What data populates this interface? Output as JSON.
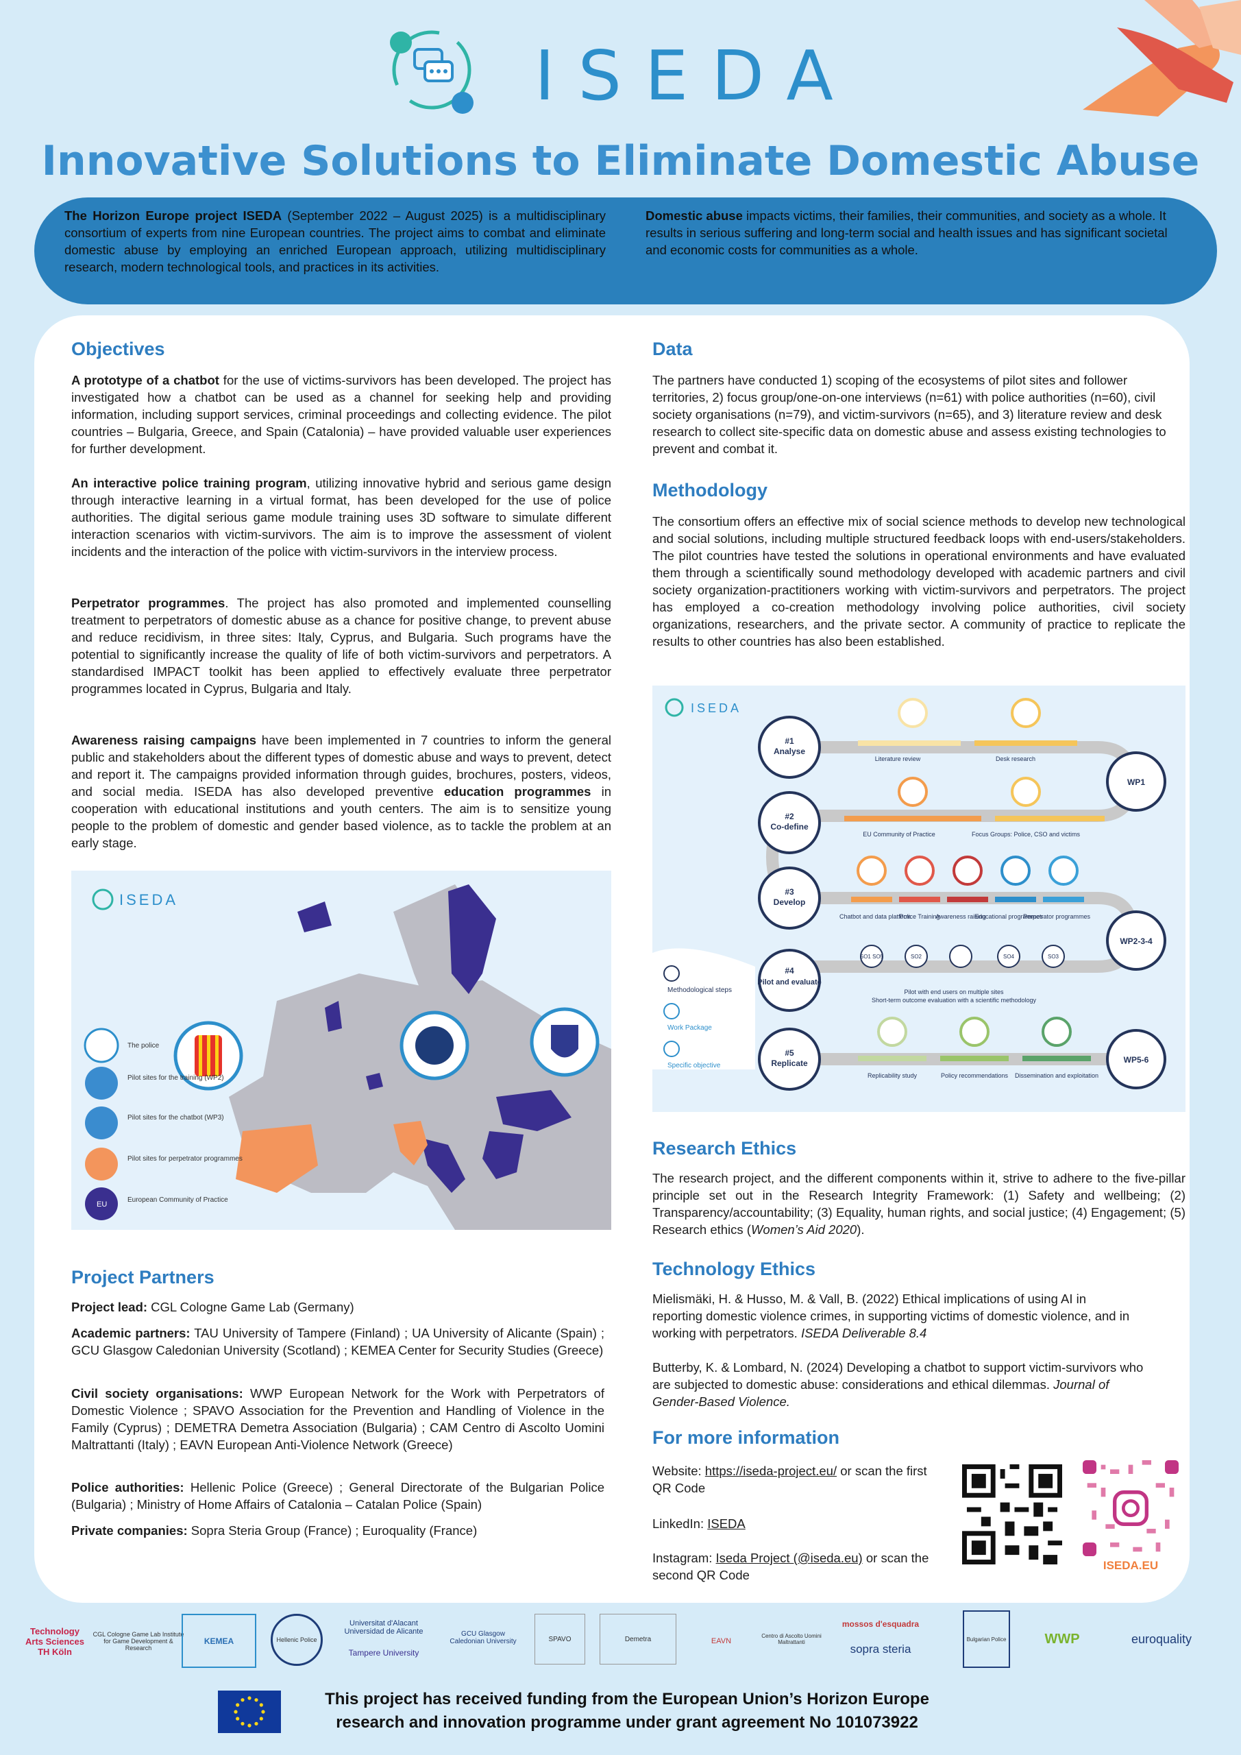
{
  "header": {
    "logo_text": "ISEDA",
    "title": "Innovative Solutions to Eliminate Domestic Abuse"
  },
  "intro": {
    "left_bold": "The Horizon Europe project ISEDA",
    "left_text": " (September 2022 – August 2025) is a multidisciplinary consortium of experts from nine European countries. The project aims to combat and eliminate domestic abuse by employing an enriched European approach, utilizing multidisciplinary research, modern technological tools, and practices in its activities.",
    "right_bold": "Domestic abuse",
    "right_text": " impacts victims, their families, their communities, and society as a whole. It results in serious suffering and long-term social and health issues and has significant societal and economic costs for communities as a whole."
  },
  "objectives": {
    "heading": "Objectives",
    "p1_bold": "A prototype of a chatbot",
    "p1_text": " for the use of victims-survivors has been developed. The project has investigated how a chatbot can be used as a channel for seeking help and providing information, including support services, criminal proceedings and collecting evidence. The pilot countries – Bulgaria, Greece, and Spain (Catalonia) – have provided valuable user experiences for further development.",
    "p2_bold": "An interactive police training program",
    "p2_text": ", utilizing innovative hybrid and serious game design through interactive learning in a virtual format, has been developed for the use of police authorities. The digital serious game module training uses 3D software to simulate different interaction scenarios with victim-survivors. The aim is to improve the assessment of violent incidents and the interaction of the police with victim-survivors in the interview process.",
    "p3_bold": "Perpetrator programmes",
    "p3_text": ". The project has also promoted and implemented counselling treatment to perpetrators of domestic abuse as a chance for positive change, to prevent abuse and reduce recidivism, in three sites: Italy, Cyprus, and Bulgaria. Such programs have the potential to significantly increase the quality of life of both victim-survivors and perpetrators. A standardised IMPACT toolkit has been applied to effectively evaluate three perpetrator programmes located in Cyprus, Bulgaria and Italy.",
    "p4_bold": "Awareness raising campaigns",
    "p4_text": " have been implemented in 7 countries to inform the general public and stakeholders about the different types of domestic abuse and ways to prevent, detect and report it. The campaigns provided information through guides, brochures, posters, videos, and social media. ISEDA has also developed preventive ",
    "p4_bold2": "education programmes",
    "p4_text2": " in cooperation with educational institutions and youth centers. The aim is to sensitize young people to the problem of domestic and gender based violence, as to tackle the problem at an early stage."
  },
  "map": {
    "logo": "ISEDA",
    "legend": [
      "The police",
      "Pilot sites for the training (WP2)",
      "Pilot sites for the chatbot (WP3)",
      "Pilot sites for perpetrator programmes",
      "European Community of Practice"
    ],
    "eu_badge": "EU"
  },
  "partners": {
    "heading": "Project Partners",
    "lead_label": "Project lead:",
    "lead_text": " CGL Cologne Game Lab (Germany)",
    "academic_label": "Academic partners:",
    "academic_text": " TAU University of Tampere (Finland) ; UA  University of Alicante (Spain) ; GCU  Glasgow Caledonian University (Scotland) ; KEMEA  Center for Security Studies (Greece)",
    "civil_label": "Civil society organisations:",
    "civil_text": " WWP   European Network for the Work with Perpetrators of Domestic Violence ; SPAVO  Association for the Prevention and Handling of Violence in the Family (Cyprus) ; DEMETRA  Demetra Association (Bulgaria) ; CAM  Centro di Ascolto Uomini Maltrattanti (Italy) ; EAVN  European Anti-Violence Network (Greece)",
    "police_label": "Police authorities:",
    "police_text": " Hellenic Police  (Greece) ; General Directorate of the Bulgarian Police  (Bulgaria) ; Ministry of Home Affairs of Catalonia – Catalan Police  (Spain)",
    "private_label": "Private companies:",
    "private_text": " Sopra Steria Group  (France) ; Euroquality  (France)"
  },
  "data_section": {
    "heading": "Data",
    "text": "The partners have conducted 1) scoping of the ecosystems of pilot sites and follower territories, 2) focus group/one-on-one interviews (n=61) with police authorities (n=60), civil society organisations (n=79), and victim-survivors (n=65), and 3) literature review and desk research to collect site-specific data on domestic abuse and assess existing technologies to prevent and combat it."
  },
  "methodology": {
    "heading": "Methodology",
    "text": "The consortium offers an effective mix of social science methods to develop new technological and social solutions, including multiple structured feedback loops with end-users/stakeholders. The pilot countries have tested the solutions in operational environments and have evaluated them through a scientifically sound methodology developed with academic partners and civil society organization-practitioners working with victim-survivors and perpetrators. The project has employed a co-creation methodology involving police authorities, civil society organizations, researchers, and the private sector. A community of practice to replicate the results to other countries has also been established."
  },
  "flow": {
    "logo": "ISEDA",
    "steps": [
      {
        "num": "#1",
        "label": "Analyse"
      },
      {
        "num": "#2",
        "label": "Co-define"
      },
      {
        "num": "#3",
        "label": "Develop"
      },
      {
        "num": "#4",
        "label": "Pilot and evaluate"
      },
      {
        "num": "#5",
        "label": "Replicate"
      }
    ],
    "wps": [
      "WP1",
      "WP2-3-4",
      "WP5-6"
    ],
    "labels": {
      "lit": "Literature review",
      "desk": "Desk research",
      "euc": "EU Community of Practice",
      "focus": "Focus Groups: Police, CSO and victims",
      "chatbot": "Chatbot and data platform",
      "police": "Police Training",
      "aware": "Awareness raising",
      "edu": "Educational programmes",
      "perp": "Perpetrator programmes",
      "pilot1": "Pilot with end users on multiple sites",
      "pilot2": "Short-term outcome evaluation with a scientific methodology",
      "repl": "Replicability study",
      "policy": "Policy recommendations",
      "diss": "Dissemination and exploitation"
    },
    "so": [
      "SO1 SO5",
      "SO2",
      "SO4",
      "SO3"
    ],
    "legend": [
      "Methodological steps",
      "Work Package",
      "Specific objective"
    ]
  },
  "ethics": {
    "heading": "Research Ethics",
    "text": "The research project, and the different components within it, strive to adhere to the five-pillar principle set out in the Research Integrity Framework: (1) Safety and wellbeing; (2) Transparency/accountability; (3) Equality, human rights, and social justice; (4) Engagement; (5) Research ethics (",
    "cite": "Women’s Aid 2020",
    "end": ")."
  },
  "tech_ethics": {
    "heading": "Technology Ethics",
    "r1": "Mielismäki, H. & Husso, M. & Vall, B. (2022) Ethical implications of using AI in reporting domestic violence crimes, in supporting victims of domestic violence, and in working with perpetrators. ",
    "r1_it": "ISEDA Deliverable 8.4",
    "r2": "Butterby, K. & Lombard, N. (2024) Developing a chatbot to support victim-survivors who are subjected to domestic abuse: considerations and ethical dilemmas. ",
    "r2_it": "Journal of Gender-Based Violence."
  },
  "more_info": {
    "heading": "For more information",
    "website_label": "Website:  ",
    "website_link": "https://iseda-project.eu/",
    "website_rest": " or scan the first QR Code",
    "linkedin_label": "LinkedIn: ",
    "linkedin_link": "ISEDA ",
    "insta_label": "Instagram: ",
    "insta_link": "Iseda Project (@iseda.eu)",
    "insta_rest": " or scan the second QR Code",
    "qr2_caption": "ISEDA.EU"
  },
  "footer": {
    "logos": [
      "Technology Arts Sciences TH Köln",
      "CGL Cologne Game Lab Institute for Game Development & Research",
      "KEMEA",
      "Hellenic Police",
      "Universitat d'Alacant Universidad de Alicante",
      "Tampere University",
      "GCU Glasgow Caledonian University",
      "SPAVO",
      "Demetra",
      "EAVN",
      "Centro di Ascolto Uomini Maltrattanti",
      "mossos d'esquadra",
      "sopra steria",
      "Bulgarian Police",
      "WWP",
      "euroquality"
    ],
    "funding": "This project has received funding from the European Union’s Horizon Europe research and innovation programme under grant agreement No 101073922"
  },
  "colors": {
    "accent": "#2e7dc0",
    "intro_band": "#2a80bc",
    "background": "#d6ebf8",
    "map_dark": "#3a2f8f",
    "map_orange": "#f3955c"
  }
}
